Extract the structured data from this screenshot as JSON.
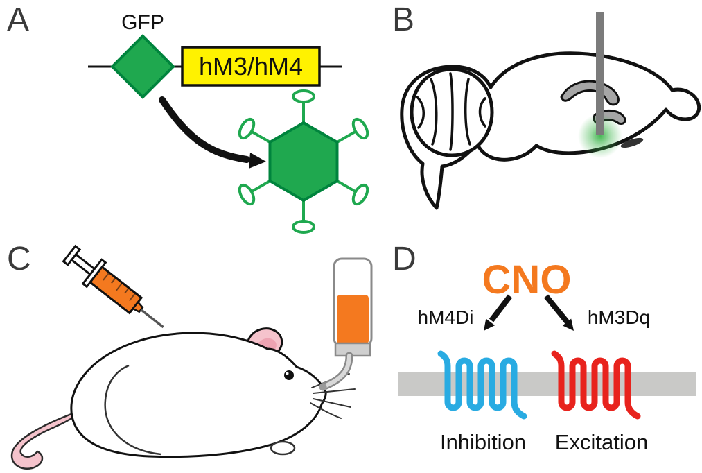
{
  "panels": {
    "a": {
      "label": "A",
      "gfp": "GFP",
      "construct": "hM3/hM4"
    },
    "b": {
      "label": "B"
    },
    "c": {
      "label": "C"
    },
    "d": {
      "label": "D",
      "cno": "CNO",
      "receptor_left": "hM4Di",
      "receptor_right": "hM3Dq",
      "effect_left": "Inhibition",
      "effect_right": "Excitation"
    }
  },
  "colors": {
    "green": "#1fa84f",
    "green_dark": "#00843d",
    "yellow": "#fff200",
    "orange": "#f4791f",
    "blue": "#29abe2",
    "red": "#e8231d",
    "membrane_gray": "#c9c9c7",
    "needle_gray": "#7b7b7b",
    "glow_green": "#3cb54a",
    "pink": "#f5c3cc",
    "pink_dark": "#eda3b2",
    "black": "#111111"
  }
}
